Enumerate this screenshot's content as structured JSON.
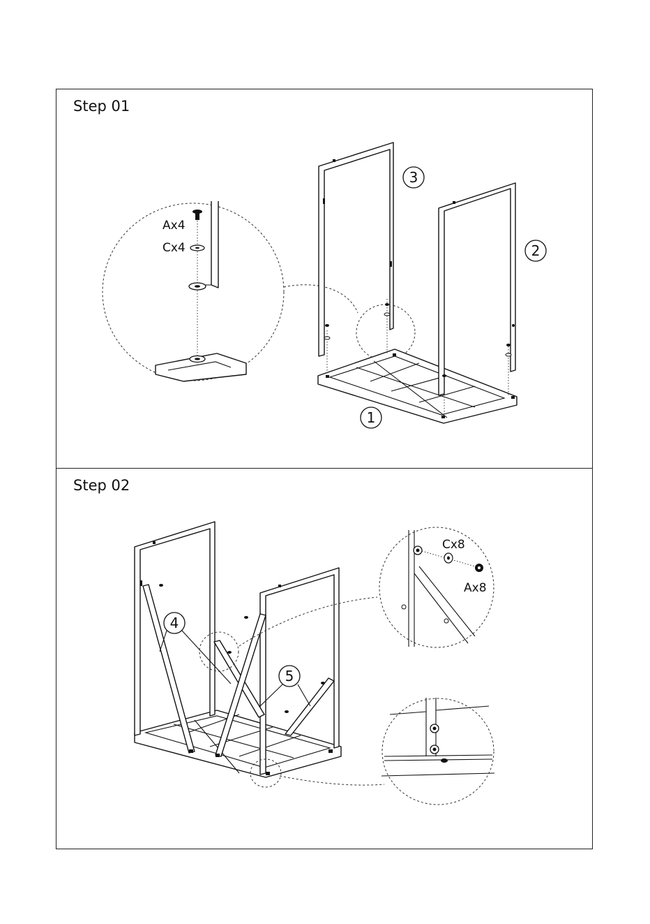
{
  "steps": [
    {
      "title": "Step 01",
      "callouts": {
        "part1": "1",
        "part2": "2",
        "part3": "3"
      },
      "hardware": [
        {
          "label": "Ax4",
          "icon": "bolt-icon"
        },
        {
          "label": "Cx4",
          "icon": "washer-icon"
        }
      ]
    },
    {
      "title": "Step 02",
      "callouts": {
        "part4": "4",
        "part5": "5"
      },
      "hardware": [
        {
          "label": "Cx8",
          "icon": "washer-icon"
        },
        {
          "label": "Ax8",
          "icon": "bolt-icon"
        }
      ]
    }
  ]
}
